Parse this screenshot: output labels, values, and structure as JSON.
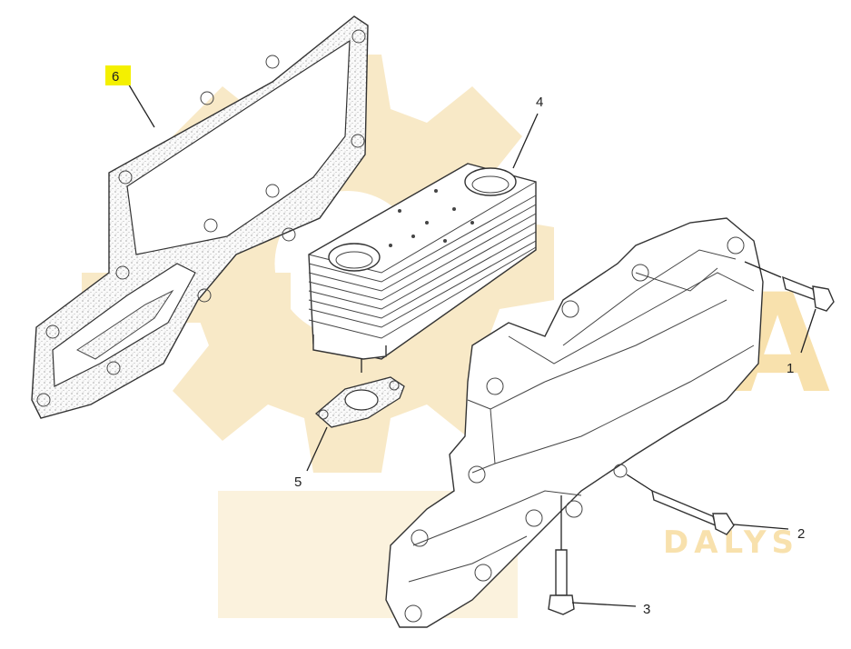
{
  "diagram": {
    "callouts": [
      {
        "id": "1",
        "label": "1"
      },
      {
        "id": "2",
        "label": "2"
      },
      {
        "id": "3",
        "label": "3"
      },
      {
        "id": "4",
        "label": "4"
      },
      {
        "id": "5",
        "label": "5"
      },
      {
        "id": "6",
        "label": "6",
        "highlighted": true
      }
    ],
    "highlight_color": "#f4f000"
  },
  "watermark": {
    "text_main": "SA",
    "text_sub": "DALYS",
    "color": "#f3c86a"
  }
}
